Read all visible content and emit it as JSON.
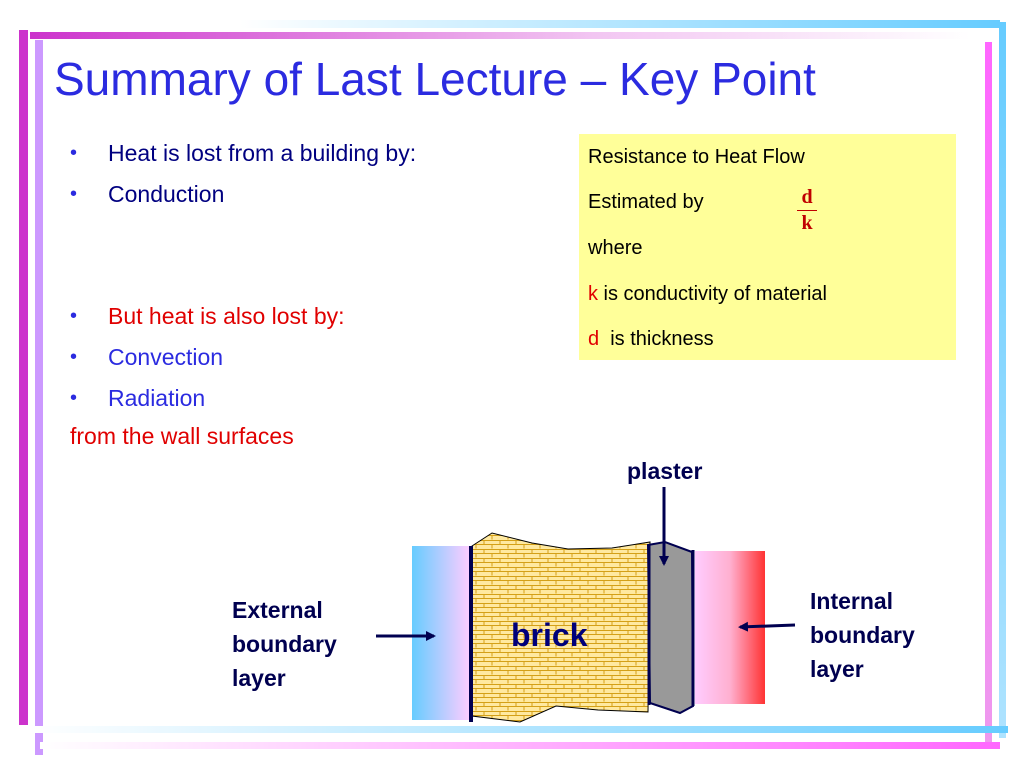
{
  "slide": {
    "title": "Summary of Last Lecture – Key Point",
    "bullets_group1": [
      {
        "text": "Heat is lost from a building by:",
        "color": "#000080"
      },
      {
        "text": "Conduction",
        "color": "#000080"
      }
    ],
    "bullets_group2": [
      {
        "text": "But heat is also lost by:",
        "color": "#e00000"
      },
      {
        "text": "Convection",
        "color": "#2b2be0"
      },
      {
        "text": "Radiation",
        "color": "#2b2be0"
      }
    ],
    "trailing_line": "from the wall surfaces",
    "bullet_char": "•"
  },
  "resistance_box": {
    "line1": "Resistance to Heat Flow",
    "line2": "Estimated by",
    "fraction": {
      "numerator": "d",
      "denominator": "k"
    },
    "line3": "where",
    "line4_var": "k",
    "line4_text": " is conductivity of material",
    "line5_var": "d",
    "line5_text": "  is thickness",
    "background": "#ffff99"
  },
  "diagram": {
    "plaster_label": "plaster",
    "brick_label": "brick",
    "external_label": [
      "External",
      "boundary",
      "layer"
    ],
    "internal_label": [
      "Internal",
      "boundary",
      "layer"
    ],
    "colors": {
      "external_layer": [
        "#66ccff",
        "#ffccff"
      ],
      "internal_layer": [
        "#ffccff",
        "#ff3333"
      ],
      "brick_fill": "#ffe9a0",
      "brick_mortar": "#d4a017",
      "plaster": "#999999",
      "arrow": "#000050"
    }
  },
  "theme": {
    "top_bar": [
      "#ffffff",
      "#66ccff"
    ],
    "magenta": "#cc33cc",
    "lilac": "#cc99ff",
    "title_color": "#2b2be0"
  }
}
